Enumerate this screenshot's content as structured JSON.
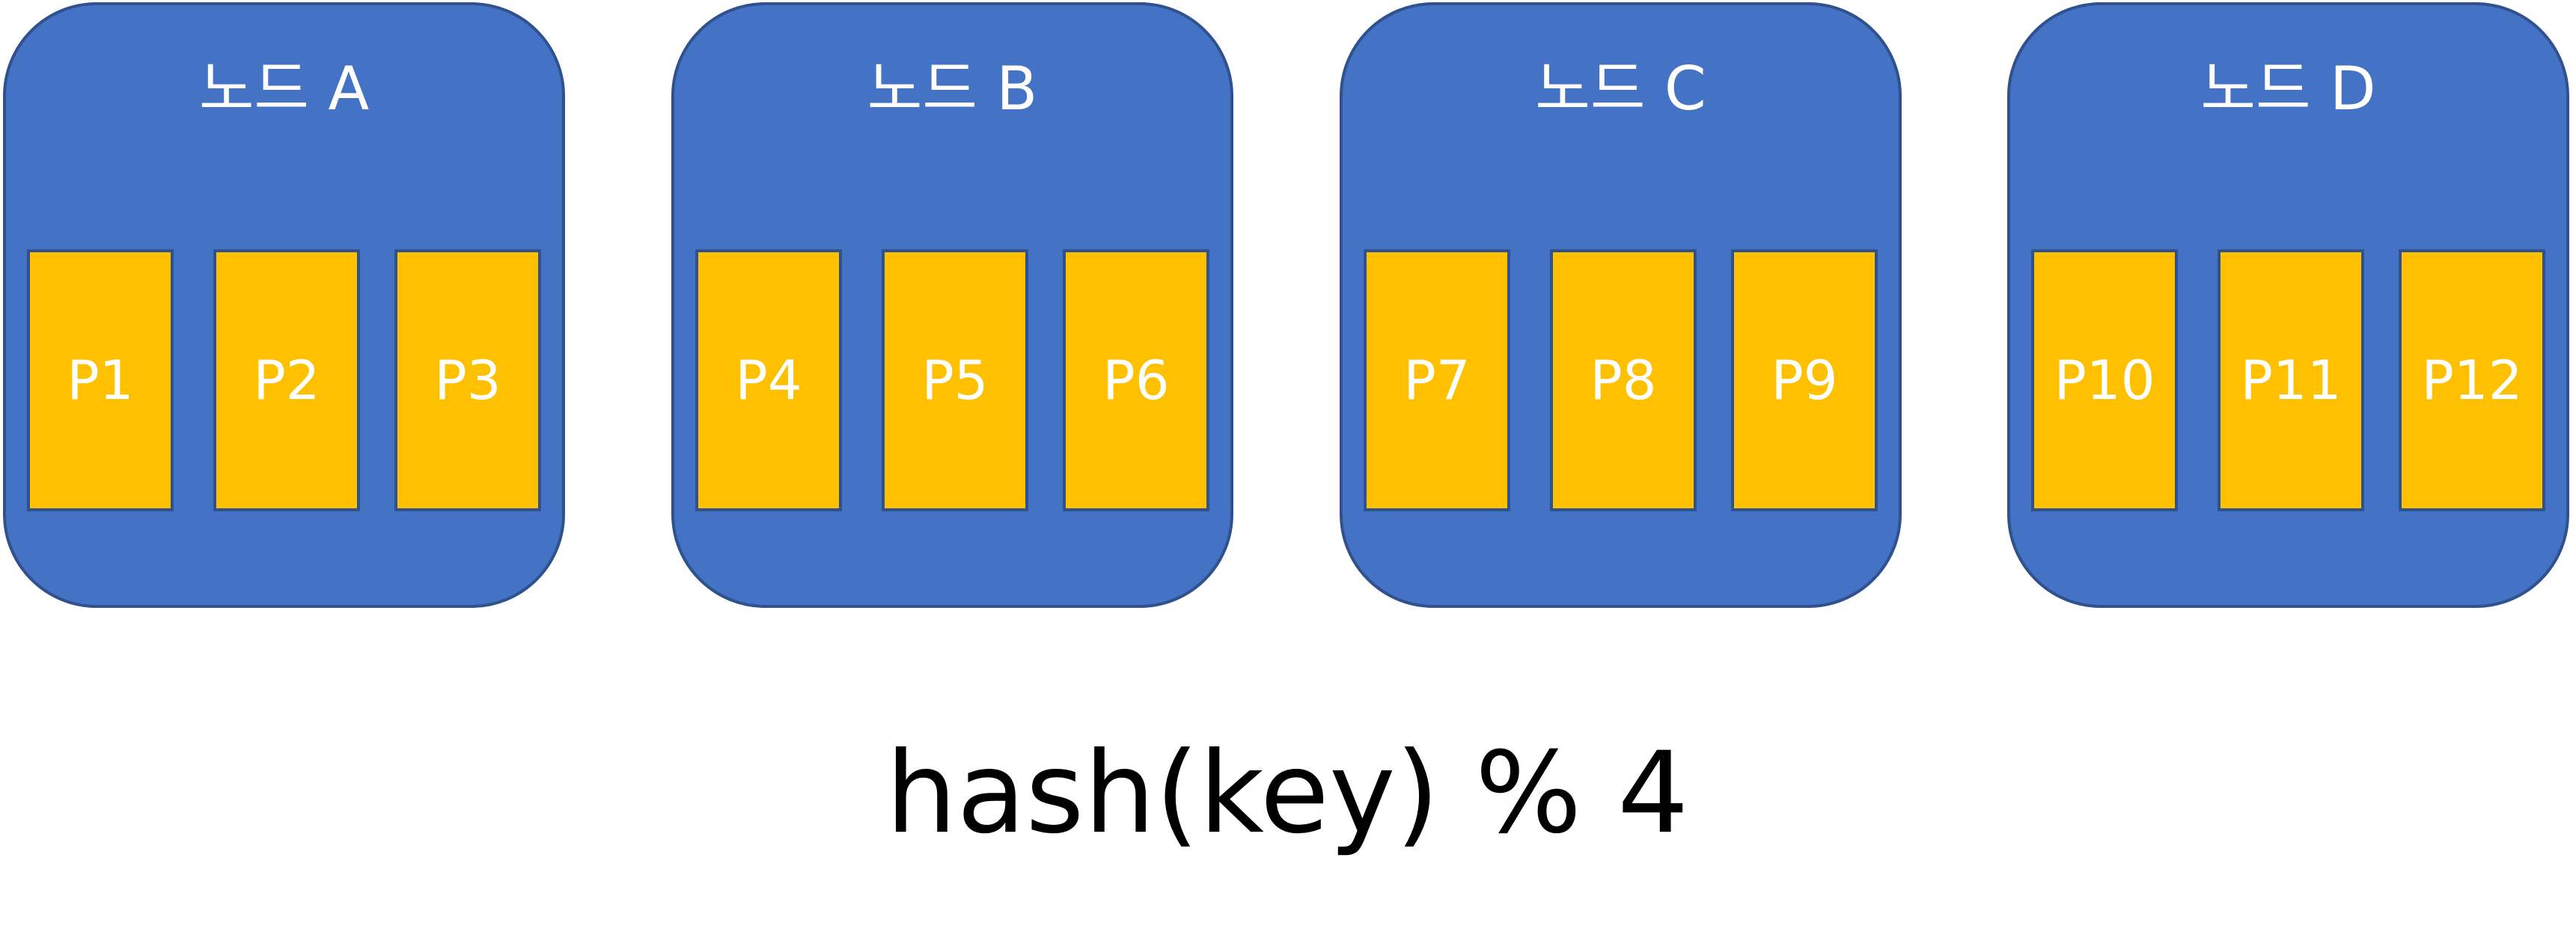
{
  "nodes": [
    {
      "title": "노드 A",
      "partitions": [
        "P1",
        "P2",
        "P3"
      ]
    },
    {
      "title": "노드 B",
      "partitions": [
        "P4",
        "P5",
        "P6"
      ]
    },
    {
      "title": "노드 C",
      "partitions": [
        "P7",
        "P8",
        "P9"
      ]
    },
    {
      "title": "노드 D",
      "partitions": [
        "P10",
        "P11",
        "P12"
      ]
    }
  ],
  "formula": "hash(key) % 4",
  "colors": {
    "node_fill": "#4472c4",
    "node_border": "#2f528f",
    "partition_fill": "#ffc000",
    "label_text": "#ffffff",
    "formula_text": "#000000"
  }
}
